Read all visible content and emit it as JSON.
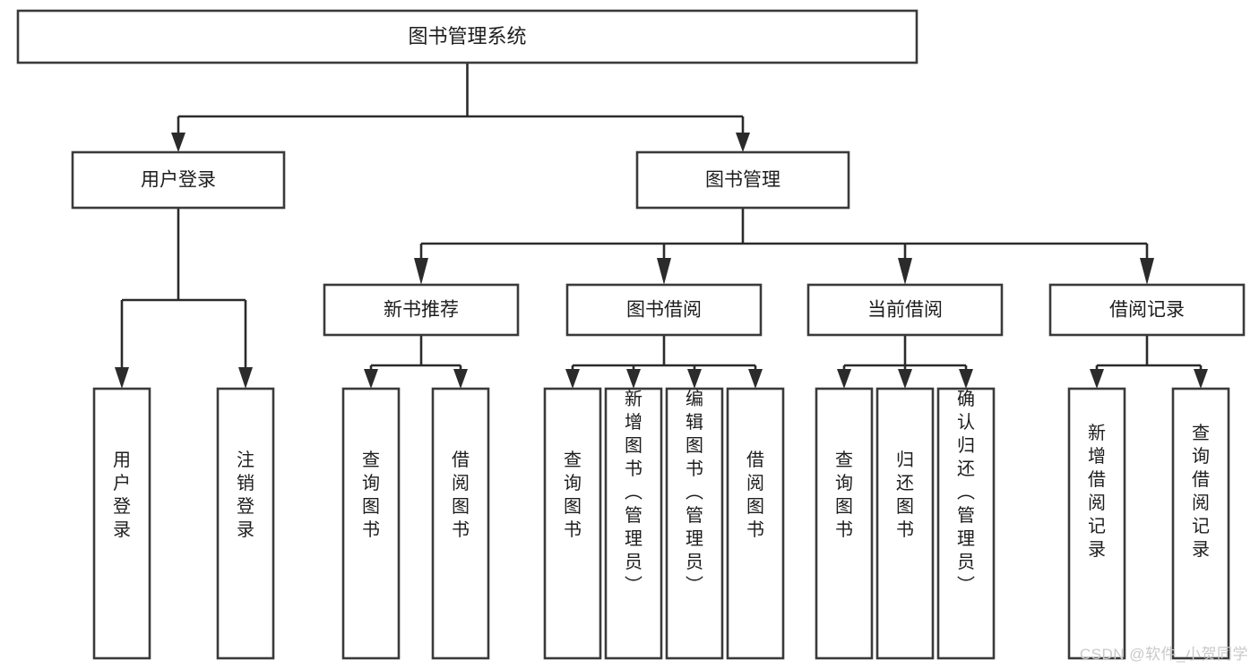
{
  "diagram": {
    "type": "tree",
    "title": "图书管理系统",
    "orientation": "top-down",
    "colors": {
      "box_stroke": "#3a3a3a",
      "box_fill": "#ffffff",
      "connector": "#2b2b2b",
      "text": "#1d1d1d",
      "watermark": "#c9c9c9",
      "background": "#ffffff"
    },
    "root": {
      "label": "图书管理系统"
    },
    "level2": [
      {
        "label": "用户登录"
      },
      {
        "label": "图书管理"
      }
    ],
    "level3": [
      {
        "label": "新书推荐"
      },
      {
        "label": "图书借阅"
      },
      {
        "label": "当前借阅"
      },
      {
        "label": "借阅记录"
      }
    ],
    "leaves": {
      "user_login": [
        {
          "label": "用户登录"
        },
        {
          "label": "注销登录"
        }
      ],
      "new_book_recommend": [
        {
          "label": "查询图书"
        },
        {
          "label": "借阅图书"
        }
      ],
      "book_borrow": [
        {
          "label": "查询图书"
        },
        {
          "label": "新增图书（管理员）"
        },
        {
          "label": "编辑图书（管理员）"
        },
        {
          "label": "借阅图书"
        }
      ],
      "current_borrow": [
        {
          "label": "查询图书"
        },
        {
          "label": "归还图书"
        },
        {
          "label": "确认归还（管理员）"
        }
      ],
      "borrow_record": [
        {
          "label": "新增借阅记录"
        },
        {
          "label": "查询借阅记录"
        }
      ]
    }
  },
  "watermark": {
    "text": "CSDN @软件_小贺同学"
  }
}
